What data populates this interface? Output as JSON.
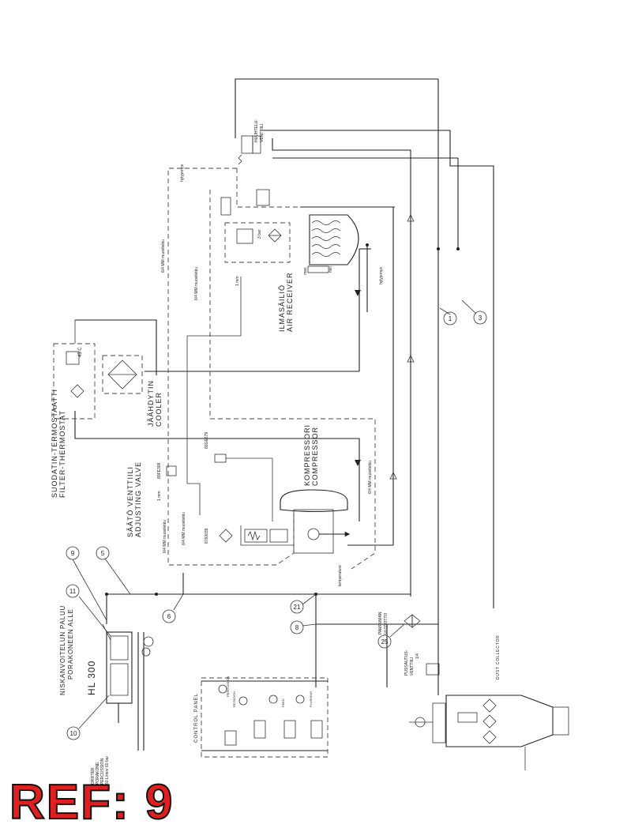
{
  "labels": {
    "hylyjemys": "hylyjemys",
    "hylky_top": "hylyjemys",
    "muovi_1": "6/4 MM muoviletku",
    "muovi_2": "6/4 MM muoviletku",
    "muovi_3": "6/4 MM muoviletku",
    "muovi_4": "6/4 MM muoviletku",
    "muovi_5": "6/4 MM muoviletku",
    "one_mm_a": "1 mm",
    "one_mm_b": "1 mm",
    "filter_thermostat_fi": "SUODATIN-TERMOSTAATTI",
    "filter_thermostat_en": "FILTER-THERMOSTAT",
    "temp_45c": "45 C",
    "cooler_fi": "JÄÄHDYTIN",
    "cooler_en": "COOLER",
    "receiver_fi": "ILMASÄILIÖ",
    "receiver_en": "AIR RECEIVER",
    "max": "max",
    "min": "min",
    "three_bar": "3 bar",
    "compressor_fi": "KOMPRESSORI",
    "compressor_en": "COMPRESSOR",
    "temperature": "temperature",
    "adj_valve_fi": "SÄÄTÖ VENTTIILI",
    "adj_valve_en": "ADJUSTING VALVE",
    "code_1": "80FE309",
    "code_2": "80GE679",
    "code_3": "8760039",
    "return_fi_1": "NISKANVOITELUN PALUU",
    "return_fi_2": "PORAKONEEN ALLE",
    "hl300": "HL 300",
    "drifter_1": "DRIFTER",
    "drifter_2": "PORAKONE",
    "drifter_3": "PERCUSSION",
    "drifter_4": "60 L/min/ 60 bar",
    "control_panel": "CONTROL PANEL",
    "cp_percussion": "PERCUSSION",
    "cp_rotation": "ROTATION",
    "cp_feed": "FEED",
    "cp_flushing": "FLUSHING",
    "dust_collector": "DUST COLLECTOR",
    "pussi_1": "PUSSAUTUS-",
    "pussi_2": "VENTTIILI",
    "pussi_3": "1/4",
    "pam_1": "PAMPUMAN",
    "pam_2": "ULOSOTTO",
    "huuh_1": "HUUHTELU-",
    "huuh_2": "VENTTIILI",
    "ref": "REF: 9"
  },
  "callouts": [
    "1",
    "3",
    "5",
    "6",
    "8",
    "9",
    "10",
    "11",
    "21",
    "25"
  ]
}
